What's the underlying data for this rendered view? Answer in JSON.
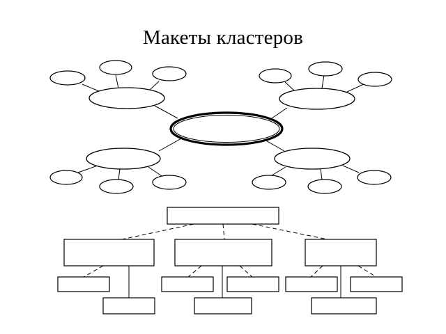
{
  "slide": {
    "title": "Макеты кластеров"
  },
  "colors": {
    "background": "#ffffff",
    "stroke": "#000000"
  },
  "diagrams": [
    {
      "kind": "radial-cluster",
      "center": "ellipse",
      "branches": [
        {
          "position": "top-left",
          "satellites": 3
        },
        {
          "position": "top-right",
          "satellites": 3
        },
        {
          "position": "bottom-left",
          "satellites": 3
        },
        {
          "position": "bottom-right",
          "satellites": 3
        }
      ]
    },
    {
      "kind": "hierarchical-tree",
      "root": "rectangle",
      "children": [
        {
          "position": "left",
          "sub_boxes": 2
        },
        {
          "position": "middle",
          "sub_boxes": 3
        },
        {
          "position": "right",
          "sub_boxes": 3
        }
      ]
    }
  ]
}
